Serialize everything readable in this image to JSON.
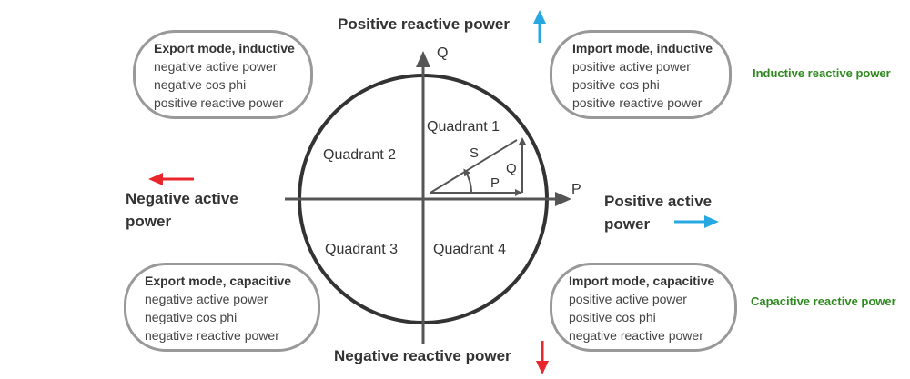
{
  "headings": {
    "positive_reactive": "Positive reactive power",
    "negative_reactive": "Negative reactive power",
    "negative_active": [
      "Negative active",
      "power"
    ],
    "positive_active": [
      "Positive active",
      "power"
    ]
  },
  "side_labels": {
    "inductive": "Inductive reactive power",
    "capacitive": "Capacitive reactive power"
  },
  "axes": {
    "x": "P",
    "y": "Q"
  },
  "quadrants": {
    "q1": "Quadrant 1",
    "q2": "Quadrant 2",
    "q3": "Quadrant 3",
    "q4": "Quadrant 4"
  },
  "vector_labels": {
    "s": "S",
    "q": "Q",
    "p": "P"
  },
  "boxes": {
    "export_inductive": {
      "title": "Export mode, inductive",
      "lines": [
        "negative active power",
        "negative cos phi",
        "positive reactive power"
      ]
    },
    "import_inductive": {
      "title": "Import mode, inductive",
      "lines": [
        "positive active power",
        "positive cos phi",
        "positive reactive power"
      ]
    },
    "export_capacitive": {
      "title": "Export mode, capacitive",
      "lines": [
        "negative active power",
        "negative cos phi",
        "negative reactive power"
      ]
    },
    "import_capacitive": {
      "title": "Import mode, capacitive",
      "lines": [
        "positive active power",
        "positive cos phi",
        "negative reactive power"
      ]
    }
  },
  "colors": {
    "axis": "#555555",
    "circle": "#333333",
    "box_border": "#999999",
    "arrow_red": "#e8262b",
    "arrow_blue": "#27a8e0",
    "green_text": "#2e8a1f"
  }
}
